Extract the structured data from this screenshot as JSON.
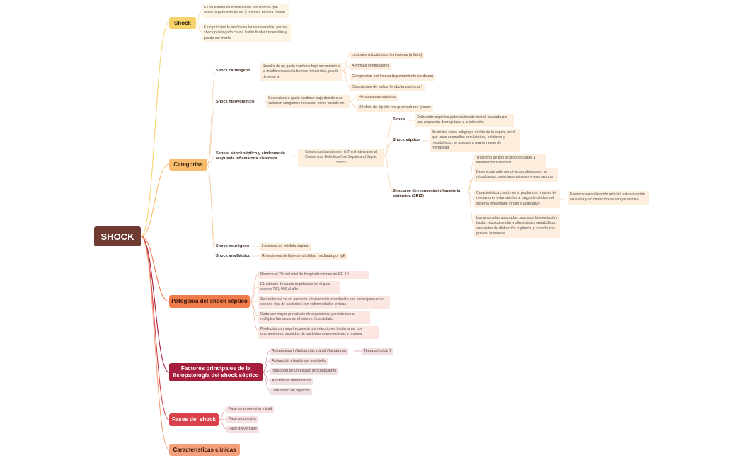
{
  "root": "SHOCK",
  "shock": {
    "label": "Shock",
    "notes": [
      "Es un estado de insuficiencia respiratoria que altera la perfusión tisular y provoca hipoxia celular",
      "E un principio la lesión celular es reversible, pero el shock prolongado causa lesión tisular irreversible y puede ser mortal"
    ]
  },
  "categorias": {
    "label": "Categorías",
    "cardiogeno": {
      "label": "Shock cardiógeno",
      "desc": "Resulta de un gasto cardiaco bajo secundario a la insuficiencia de la bomba miocárdica, puede deberse a",
      "items": [
        "Lesiones miocárdicas intrínsecas (infarto)",
        "Arritmias ventriculares",
        "Compresión extrínseca (taponamiento cardiaco)",
        "Obstrucción de salida (embolia pulmonar)"
      ]
    },
    "hipovolemico": {
      "label": "Shock hipovolémico",
      "desc": "Secundario a gasto cardiaco bajo debido a un volumen sanguíneo reducido, como sucede en:",
      "items": [
        "Hemorragias masivas",
        "Pérdida de líquido por quemaduras graves"
      ]
    },
    "septico": {
      "label": "Sepsis, shock séptico y síndrome de respuesta inflamatoria sistémica",
      "desc": "Conceptos basados en la Third International Consensus Definitios fors Sepsis and Septic Shock",
      "sepsis_label": "Sepsis",
      "sepsis_desc": "Disfunción orgánica potencialmente mortal causada por una respuesta desregulada a la infección",
      "shock_label": "Shock séptico",
      "shock_desc": "Se define como subgrupo dentro de la sepsis, en el que unas anomalías circulatorias, celulares y metabólicas, se asocian a mayor riesgo de mortalidad",
      "sris_label": "Síndrome de respuesta inflamatoria sistémica (SRIS)",
      "sris_items": [
        "Trastorno de tipo séptico asociado a inflamación sistémica",
        "Desencadenado por diversas afresiones no microbianas como traumatismos o quemaduras",
        "Característica común es la producción masiva de mediadores inflamatorios a cargo de células del sistema inmunitario innato y adaptativo",
        "Las anomalías asociadas provocan hipoperfusión tisular, hipoxia celular y alteraciones metabólicas, causantes de disfunción orgánica, y cuando son graves, la muerte"
      ],
      "sris_effect": "Provoca vasodilatación arterial, extravasación vascular y acumulación de sangre venosa"
    },
    "neurogeno": {
      "label": "Shock neurógeno",
      "desc": "Lesiones de médula espinal"
    },
    "anafilactico": {
      "label": "Shock anafiláctico",
      "desc": "Reacciones de hipersensibilidad mediada por IgE"
    }
  },
  "patogenia": {
    "label": "Patogenia del shock séptico",
    "items": [
      "Provoca el 2% del total de hospitalizaciones en EE. UU.",
      "EL número de casos registrados en el país supera 750, 000 al año",
      "Su incidencia va en aumento irónicamente en relación con las mejoras en el soporte vital de pacientes con enfermedades críticas",
      "Cada vez mayor prevalente de organismos persistentes a múltiples fármacos en el entorno hospitalario",
      "Producido con más frecuencia por infecciones bacterianas por grampositivos, seguidos de bacterias gramnegativas y hongos"
    ]
  },
  "factores": {
    "label": "Factores principales de la fisiopatología del shock séptico",
    "items": [
      "Respuestas inflamatorias y antiinflamatorias",
      "Activación y lesión del endotelio",
      "Inducción de un estado procoagulante",
      "Anomalías metabólicas",
      "Disfunción de órganos"
    ],
    "tag": "Tema principal 1"
  },
  "fases": {
    "label": "Fases del shock",
    "items": [
      "Fase no progresiva inicial",
      "Fase progresiva",
      "Fase irreversible"
    ]
  },
  "clinicas": {
    "label": "Características clínicas"
  },
  "colors": {
    "root": "#6e3a32",
    "shock": "#f7d36b",
    "categorias": "#f9bc6e",
    "patogenia": "#f07c4c",
    "factores": "#a51d3c",
    "fases": "#d9414b",
    "clinicas": "#f5a07a"
  }
}
